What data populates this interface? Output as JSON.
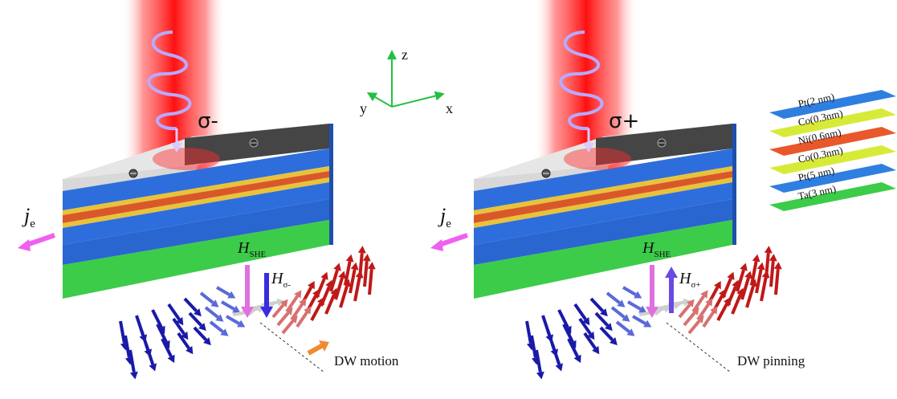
{
  "panels": [
    {
      "polarization": "σ-",
      "current": {
        "symbol": "j",
        "sub": "e"
      },
      "she_field": {
        "symbol": "H",
        "sub": "SHE"
      },
      "optical_field": {
        "symbol": "H",
        "sub": "σ-"
      },
      "outcome": "DW motion"
    },
    {
      "polarization": "σ+",
      "current": {
        "symbol": "j",
        "sub": "e"
      },
      "she_field": {
        "symbol": "H",
        "sub": "SHE"
      },
      "optical_field": {
        "symbol": "H",
        "sub": "σ+"
      },
      "outcome": "DW pinning"
    }
  ],
  "axes": {
    "z": "z",
    "y": "y",
    "x": "x"
  },
  "layer_stack": [
    {
      "label": "Pt(2 nm)",
      "color": "#2f7fe0"
    },
    {
      "label": "Co(0.3nm)",
      "color": "#d8ea38"
    },
    {
      "label": "Ni(0.6nm)",
      "color": "#e8582a"
    },
    {
      "label": "Co(0.3nm)",
      "color": "#d8ea38"
    },
    {
      "label": "Pt(5 nm)",
      "color": "#2f7fe0"
    },
    {
      "label": "Ta(3 nm)",
      "color": "#3ccc4a"
    }
  ],
  "colors": {
    "laser": "#ff1a1a",
    "helix": "#b9a9ff",
    "pt": "#2f6fd8",
    "co": "#e8c23a",
    "ni": "#d8582a",
    "ta": "#38c848",
    "up_spin": "#c01818",
    "down_spin": "#1a1aa8",
    "she_arrow": "#e070e0",
    "current_arrow": "#f060f0",
    "motion_arrow": "#f08a30",
    "axis": "#22c044"
  }
}
